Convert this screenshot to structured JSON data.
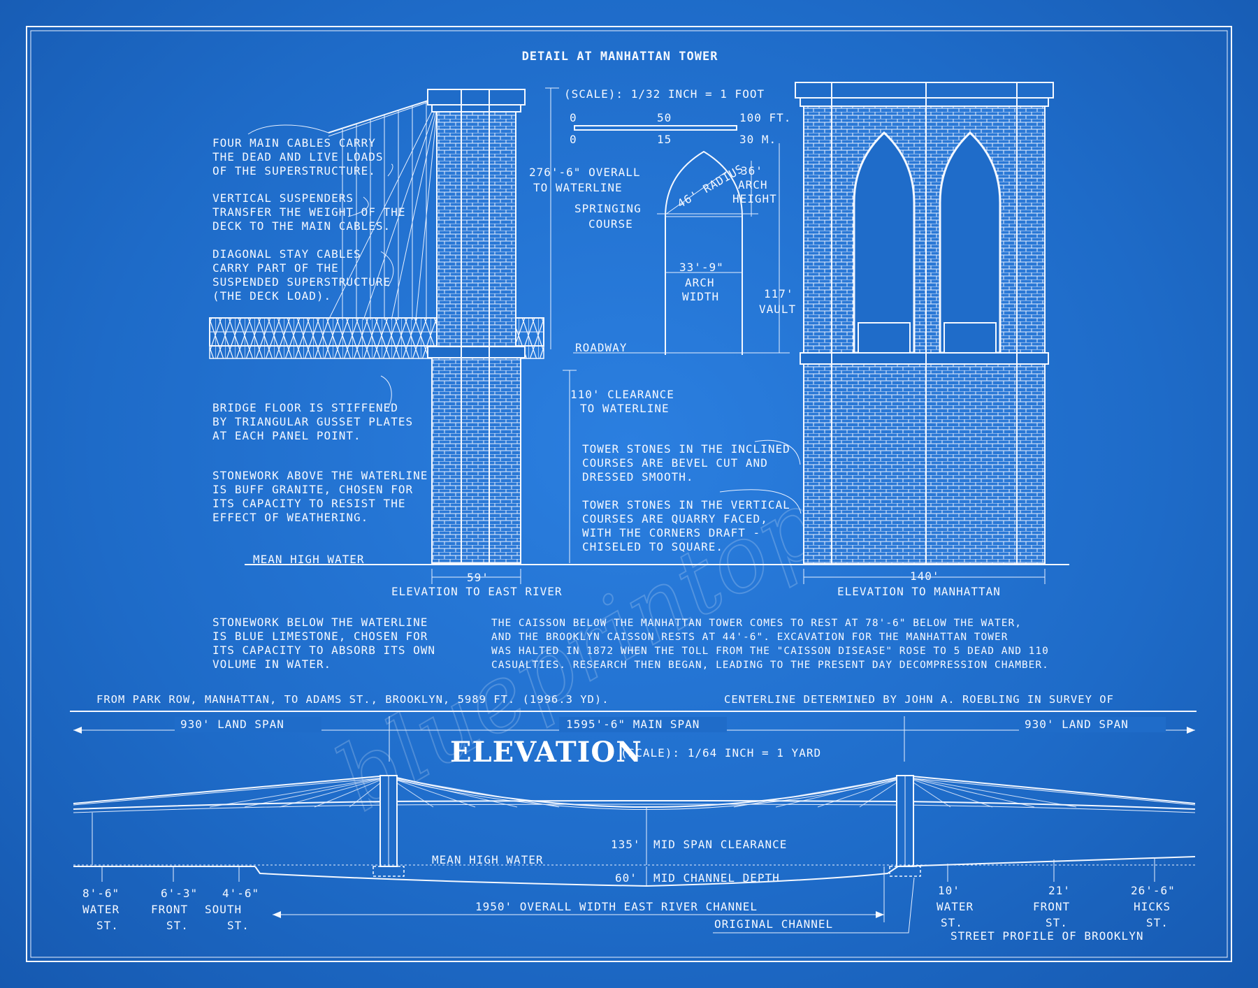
{
  "detail": {
    "title": "DETAIL AT MANHATTAN TOWER",
    "scale_label": "(SCALE): 1/32 INCH = 1 FOOT",
    "scale_ft": [
      "0",
      "50",
      "100 FT."
    ],
    "scale_m": [
      "0",
      "15",
      "30 M."
    ],
    "notes_left": [
      [
        "FOUR MAIN CABLES CARRY",
        "THE DEAD AND LIVE LOADS",
        "OF THE SUPERSTRUCTURE."
      ],
      [
        "VERTICAL SUSPENDERS",
        "TRANSFER THE WEIGHT OF THE",
        "DECK TO THE MAIN CABLES."
      ],
      [
        "DIAGONAL STAY CABLES",
        "CARRY PART OF THE",
        "SUSPENDED SUPERSTRUCTURE",
        "(THE DECK LOAD)."
      ],
      [
        "BRIDGE FLOOR IS STIFFENED",
        "BY TRIANGULAR GUSSET PLATES",
        "AT EACH PANEL POINT."
      ],
      [
        "STONEWORK ABOVE THE WATERLINE",
        "IS BUFF GRANITE, CHOSEN FOR",
        "ITS CAPACITY TO RESIST THE",
        "EFFECT OF WEATHERING."
      ]
    ],
    "overall": [
      "276'-6\" OVERALL",
      "TO WATERLINE"
    ],
    "arch_radius": "46' RADIUS",
    "arch_height": [
      "36'",
      "ARCH",
      "HEIGHT"
    ],
    "springing": [
      "SPRINGING",
      "COURSE"
    ],
    "arch_width": [
      "33'-9\"",
      "ARCH",
      "WIDTH"
    ],
    "vault": [
      "117'",
      "VAULT"
    ],
    "roadway": "ROADWAY",
    "clearance": [
      "110' CLEARANCE",
      "TO WATERLINE"
    ],
    "tower_notes": [
      [
        "TOWER STONES IN THE INCLINED",
        "COURSES ARE BEVEL CUT AND",
        "DRESSED SMOOTH."
      ],
      [
        "TOWER STONES IN THE VERTICAL",
        "COURSES ARE QUARRY FACED,",
        "WITH THE CORNERS DRAFT -",
        "CHISELED TO SQUARE."
      ]
    ],
    "mean_high_water": "MEAN HIGH WATER",
    "dim_59": "59'",
    "dim_140": "140'",
    "elev_east": "ELEVATION TO EAST RIVER",
    "elev_manhattan": "ELEVATION TO MANHATTAN",
    "stonework_below": [
      "STONEWORK BELOW THE WATERLINE",
      "IS BLUE LIMESTONE, CHOSEN FOR",
      "ITS CAPACITY TO ABSORB ITS OWN",
      "VOLUME IN WATER."
    ],
    "caisson": [
      "THE CAISSON BELOW THE MANHATTAN TOWER COMES TO REST AT 78'-6\" BELOW THE WATER,",
      "AND THE BROOKLYN CAISSON RESTS AT 44'-6\".   EXCAVATION FOR THE MANHATTAN TOWER",
      "WAS HALTED IN 1872 WHEN THE TOLL FROM THE \"CAISSON DISEASE\" ROSE TO 5 DEAD AND 110",
      "CASUALTIES. RESEARCH THEN BEGAN, LEADING TO THE PRESENT DAY DECOMPRESSION CHAMBER."
    ]
  },
  "elevation": {
    "header_left": "FROM PARK ROW, MANHATTAN, TO ADAMS ST., BROOKLYN, 5989 FT. (1996.3 YD).",
    "header_right": "CENTERLINE DETERMINED BY JOHN A. ROEBLING IN SURVEY OF",
    "land_span_left": "930' LAND SPAN",
    "main_span": "1595'-6\" MAIN SPAN",
    "land_span_right": "930' LAND SPAN",
    "title": "ELEVATION",
    "scale": "(SCALE): 1/64 INCH = 1 YARD",
    "mid_clearance": "135'",
    "mid_clearance_label": "MID SPAN CLEARANCE",
    "mean_high_water": "MEAN HIGH WATER",
    "channel_depth": "60'",
    "channel_depth_label": "MID CHANNEL DEPTH",
    "channel_width": "1950' OVERALL WIDTH EAST RIVER CHANNEL",
    "original_channel": "ORIGINAL CHANNEL",
    "streets_left": [
      [
        "8'-6\"",
        "WATER",
        "ST."
      ],
      [
        "6'-3\"",
        "FRONT",
        "ST."
      ],
      [
        "4'-6\"",
        "SOUTH",
        "ST."
      ]
    ],
    "streets_right": [
      [
        "10'",
        "WATER",
        "ST."
      ],
      [
        "21'",
        "FRONT",
        "ST."
      ],
      [
        "26'-6\"",
        "HICKS",
        "ST."
      ]
    ],
    "street_profile": "STREET PROFILE OF BROOKLYN"
  },
  "watermark": "blueprintoprints"
}
